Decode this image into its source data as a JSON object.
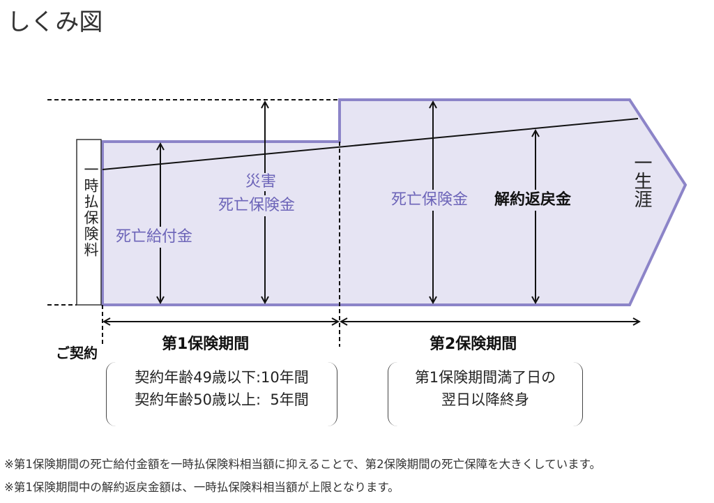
{
  "title": "しくみ図",
  "diagram": {
    "premium_label": "一時払保険料",
    "death_benefit_label": "死亡給付金",
    "accident_death_label_line1": "災害",
    "accident_death_label_line2": "死亡保険金",
    "death_insurance_label": "死亡保険金",
    "surrender_label": "解約返戻金",
    "lifetime_label": "一生涯",
    "contract_label": "ご契約",
    "period1_title": "第1保険期間",
    "period1_line1": "契約年齢49歳以下:10年間",
    "period1_line2": "契約年齢50歳以上:  5年間",
    "period2_title": "第2保険期間",
    "period2_line1": "第1保険期間満了日の",
    "period2_line2": "翌日以降終身"
  },
  "notes": [
    "※第1保険期間の死亡給付金額を一時払保険料相当額に抑えることで、第2保険期間の死亡保障を大きくしています。",
    "※第1保険期間中の解約返戻金額は、一時払保険料相当額が上限となります。"
  ],
  "colors": {
    "fill": "#e6e4f3",
    "stroke": "#8c84c8",
    "accent_text": "#6c64b8"
  }
}
